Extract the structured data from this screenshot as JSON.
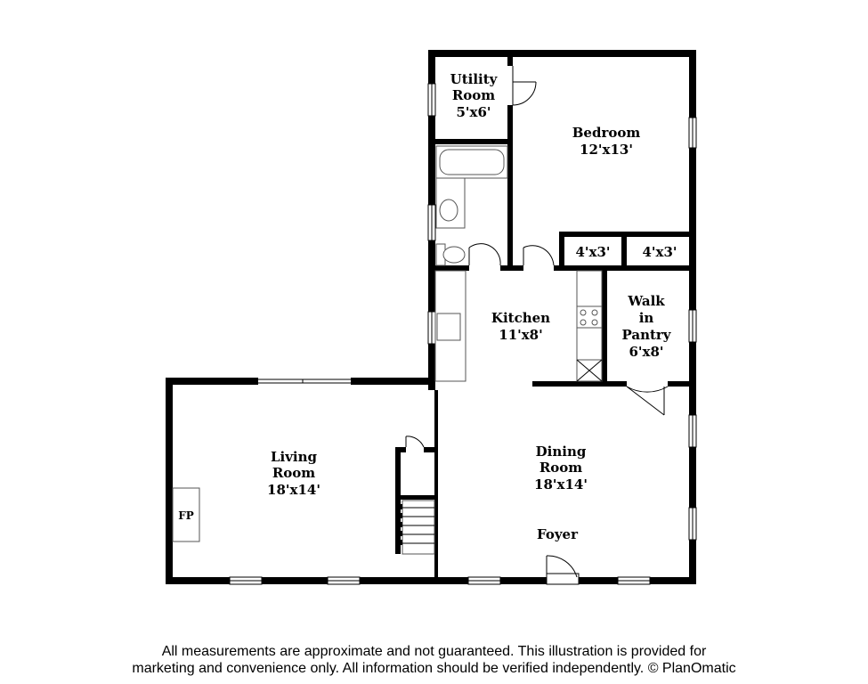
{
  "rooms": {
    "utility": {
      "name": "Utility",
      "name2": "Room",
      "size": "5'x6'"
    },
    "bedroom": {
      "name": "Bedroom",
      "size": "12'x13'"
    },
    "closet1": {
      "size": "4'x3'"
    },
    "closet2": {
      "size": "4'x3'"
    },
    "kitchen": {
      "name": "Kitchen",
      "size": "11'x8'"
    },
    "pantry": {
      "line1": "Walk",
      "line2": "in",
      "line3": "Pantry",
      "size": "6'x8'"
    },
    "living": {
      "name": "Living",
      "name2": "Room",
      "size": "18'x14'"
    },
    "dining": {
      "name": "Dining",
      "name2": "Room",
      "size": "18'x14'"
    },
    "foyer": {
      "name": "Foyer"
    },
    "fireplace": {
      "label": "FP"
    }
  },
  "disclaimer": {
    "line1": "All measurements are approximate and not guaranteed. This illustration is provided for",
    "line2": "marketing and convenience only. All information should be verified independently. © PlanOmatic"
  },
  "colors": {
    "wall": "#000000",
    "background": "#ffffff"
  }
}
